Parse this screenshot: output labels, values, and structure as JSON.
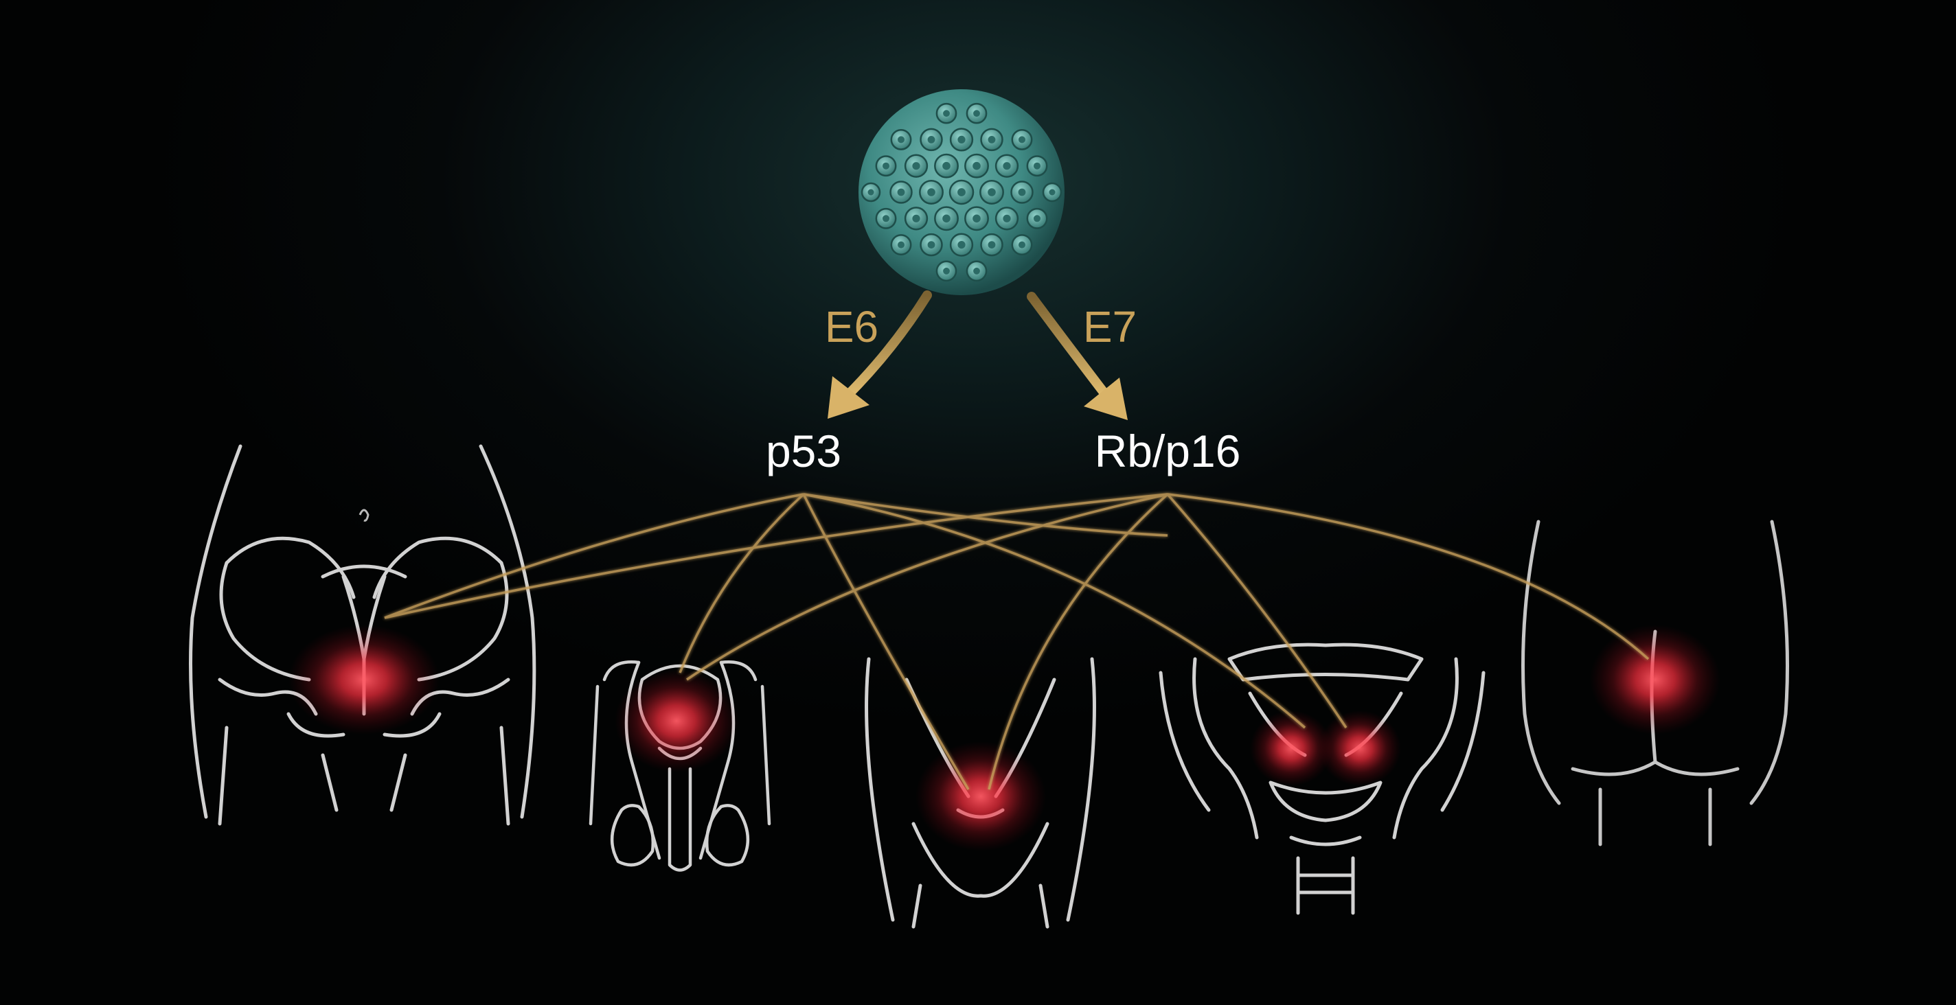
{
  "virus": {
    "icon": "hpv-virion-icon"
  },
  "genes": [
    {
      "id": "e6",
      "label": "E6",
      "target": "p53"
    },
    {
      "id": "e7",
      "label": "E7",
      "target": "Rb/p16"
    }
  ],
  "targets": [
    {
      "id": "p53",
      "label": "p53"
    },
    {
      "id": "rb",
      "label": "Rb/p16"
    }
  ],
  "sites": [
    {
      "id": "cervix",
      "icon": "female-pelvis-cervix-icon"
    },
    {
      "id": "penis",
      "icon": "male-genitalia-penis-icon"
    },
    {
      "id": "anus",
      "icon": "anal-canal-icon"
    },
    {
      "id": "oropharynx",
      "icon": "oropharynx-tonsils-icon"
    },
    {
      "id": "vulva",
      "icon": "perineum-vulva-icon"
    }
  ],
  "colors": {
    "background": "#030606",
    "virus": "#3f8a84",
    "arrow": "#c9a25a",
    "connector": "#c8a05c",
    "target_text": "#ffffff",
    "highlight": "#ff3b4a",
    "outline": "#e6e6e6"
  }
}
